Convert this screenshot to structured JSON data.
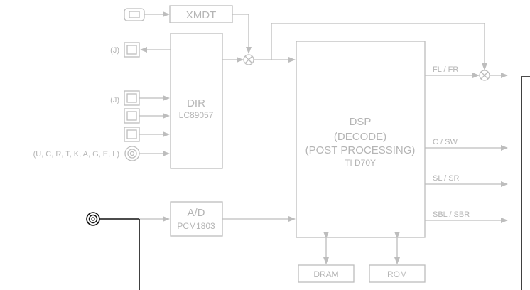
{
  "blocks": {
    "xmdt": "XMDT",
    "dir": {
      "name": "DIR",
      "chip": "LC89057"
    },
    "ad": {
      "name": "A/D",
      "chip": "PCM1803"
    },
    "dsp": {
      "name": "DSP",
      "line2": "(DECODE)",
      "line3": "(POST PROCESSING)",
      "chip": "TI D70Y"
    },
    "dram": "DRAM",
    "rom": "ROM"
  },
  "jack_labels": {
    "optical_out": "(J)",
    "optical_in": "(J)",
    "coax_regions": "(U, C, R, T, K, A, G, E, L)"
  },
  "outputs": [
    "FL / FR",
    "C / SW",
    "SL / SR",
    "SBL / SBR"
  ],
  "colors": {
    "diagram_gray": "#bdbdbd",
    "label_gray": "#b5b5b5",
    "bus_line": "#111111"
  }
}
